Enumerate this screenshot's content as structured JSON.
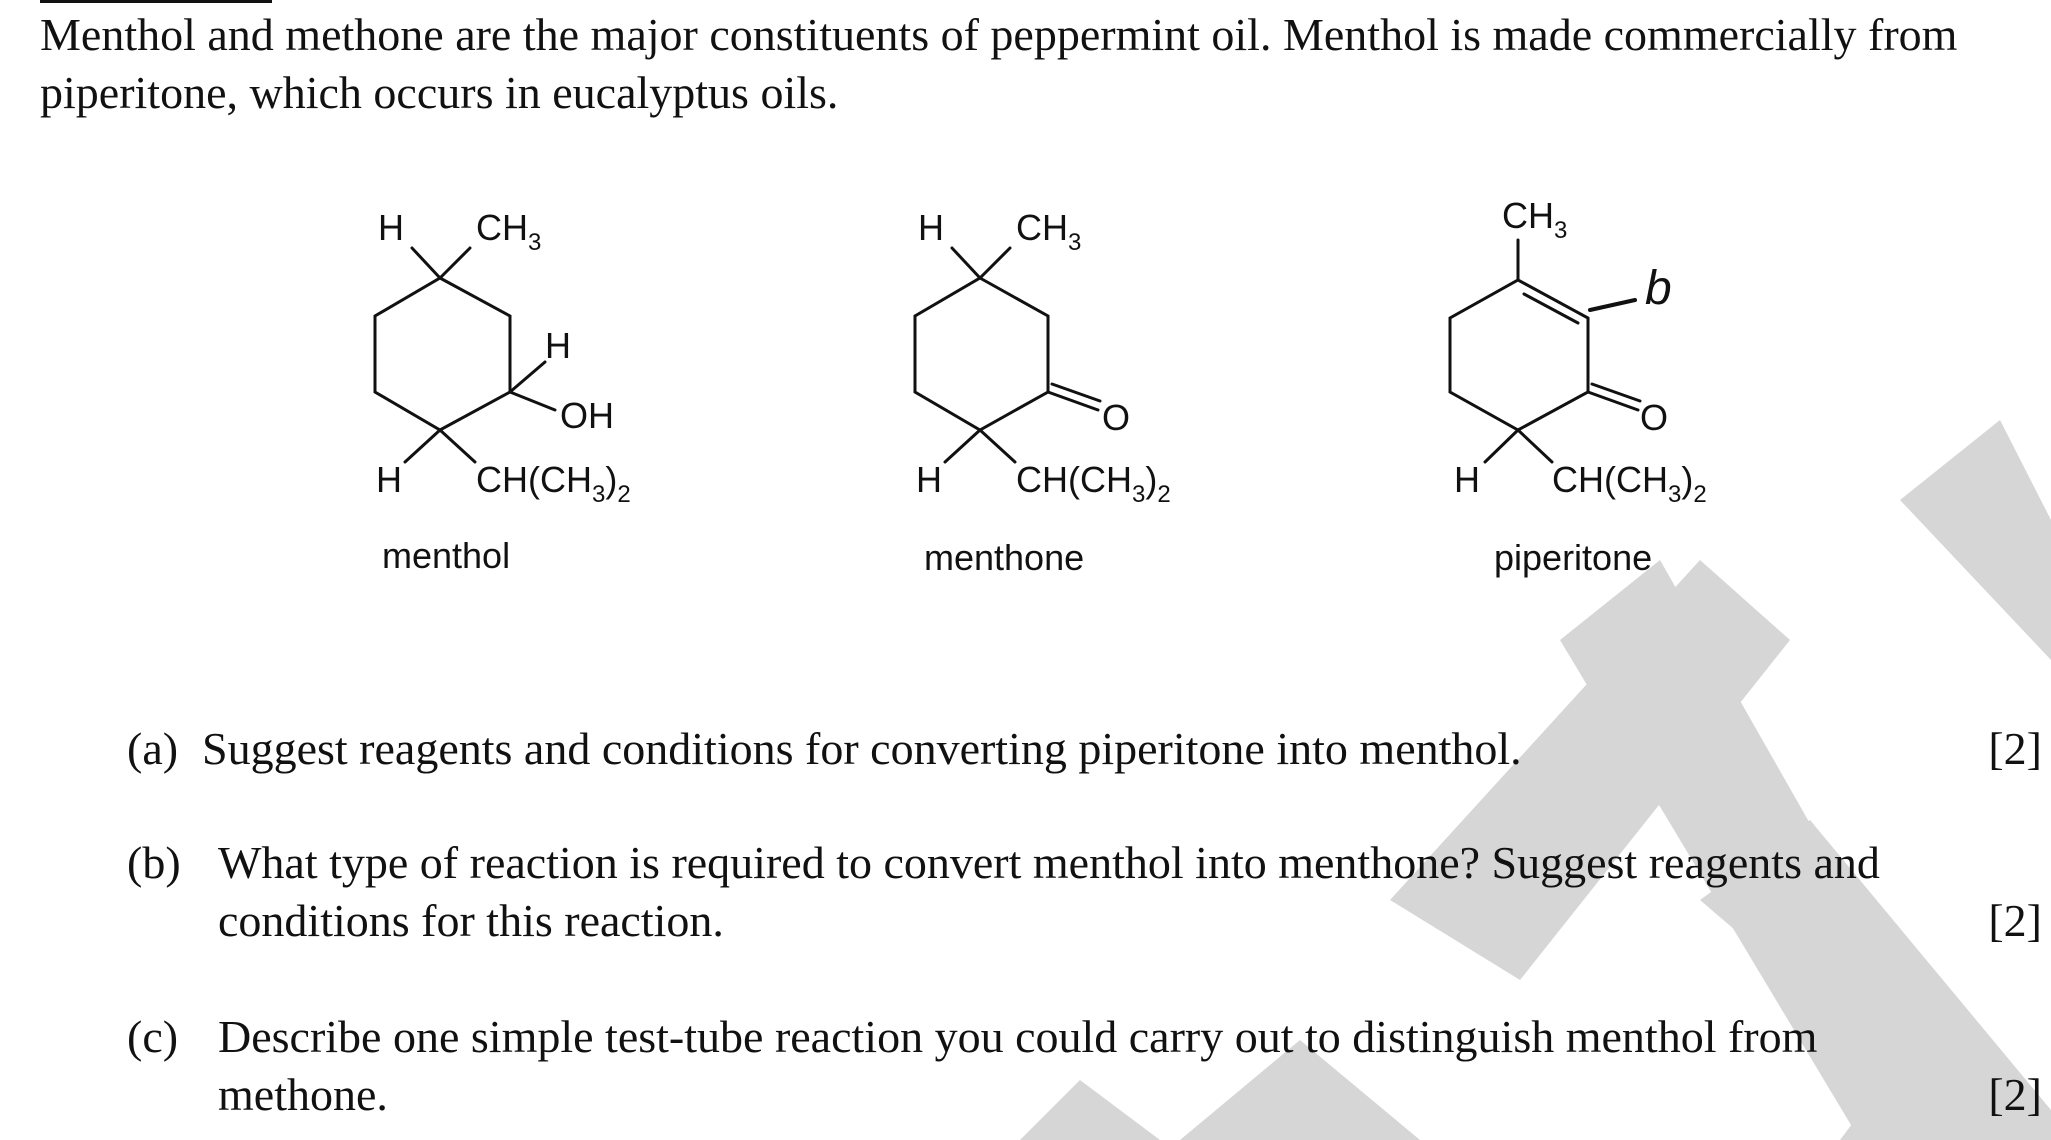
{
  "intro": "Menthol and methone are the major constituents of peppermint oil. Menthol is made commercially from piperitone, which occurs in eucalyptus oils.",
  "structures": {
    "menthol": {
      "name": "menthol",
      "labels": {
        "h_top": "H",
        "ch3": "CH",
        "ch3_sub": "3",
        "h_mid": "H",
        "oh": "OH",
        "h_bottom": "H",
        "ipr": "CH(CH",
        "ipr_sub1": "3",
        "ipr_close": ")",
        "ipr_sub2": "2"
      }
    },
    "menthone": {
      "name": "menthone",
      "labels": {
        "h_top": "H",
        "ch3": "CH",
        "ch3_sub": "3",
        "o": "O",
        "h_bottom": "H",
        "ipr": "CH(CH",
        "ipr_sub1": "3",
        "ipr_close": ")",
        "ipr_sub2": "2"
      }
    },
    "piperitone": {
      "name": "piperitone",
      "labels": {
        "ch3": "CH",
        "ch3_sub": "3",
        "o": "O",
        "h_bottom": "H",
        "ipr": "CH(CH",
        "ipr_sub1": "3",
        "ipr_close": ")",
        "ipr_sub2": "2",
        "handwritten": "b"
      }
    }
  },
  "questions": [
    {
      "label": "(a)",
      "text": "Suggest reagents and conditions for converting piperitone into menthol.",
      "marks": "[2]"
    },
    {
      "label": "(b)",
      "text": "What type of reaction is required to convert menthol into menthone? Suggest reagents and conditions for this reaction.",
      "marks": "[2]"
    },
    {
      "label": "(c)",
      "text": "Describe one simple test-tube reaction you could carry out to distinguish menthol from methone.",
      "marks": "[2]"
    }
  ],
  "colors": {
    "watermark": "#cfcfcf",
    "ink": "#111111"
  }
}
